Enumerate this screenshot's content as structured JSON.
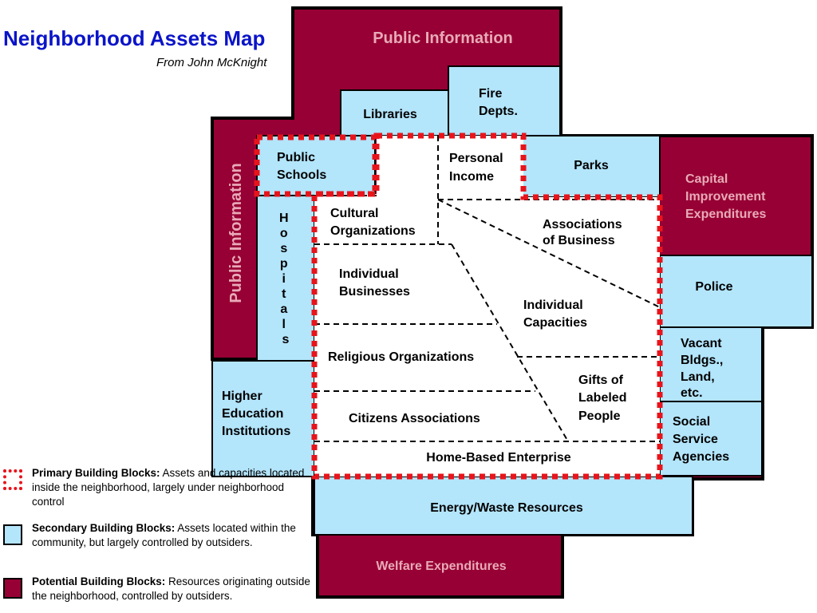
{
  "title": "Neighborhood Assets Map",
  "subtitle": "From John McKnight",
  "colors": {
    "potential": "#970034",
    "secondary": "#b3e5fb",
    "primary_border": "#e8141c",
    "potential_text": "#e8aab8",
    "title": "#0a14c8"
  },
  "potential_blocks": {
    "public_info_top": "Public Information",
    "public_info_left": "Public Information",
    "capital": [
      "Capital",
      "Improvement",
      "Expenditures"
    ],
    "welfare": "Welfare Expenditures"
  },
  "secondary_blocks": {
    "libraries": "Libraries",
    "fire": [
      "Fire",
      "Depts."
    ],
    "public_schools": [
      "Public",
      "Schools"
    ],
    "parks": "Parks",
    "hospitals": [
      "H",
      "o",
      "s",
      "p",
      "i",
      "t",
      "a",
      "l",
      "s"
    ],
    "higher_ed": [
      "Higher",
      "Education",
      "Institutions"
    ],
    "police": "Police",
    "vacant": [
      "Vacant",
      "Bldgs.,",
      "Land,",
      "etc."
    ],
    "social": [
      "Social",
      "Service",
      "Agencies"
    ],
    "energy": "Energy/Waste Resources"
  },
  "primary_blocks": {
    "personal_income": [
      "Personal",
      "Income"
    ],
    "cultural": [
      "Cultural",
      "Organizations"
    ],
    "associations_business": [
      "Associations",
      "of Business"
    ],
    "individual_businesses": [
      "Individual",
      "Businesses"
    ],
    "individual_capacities": [
      "Individual",
      "Capacities"
    ],
    "religious": "Religious Organizations",
    "gifts": [
      "Gifts of",
      "Labeled",
      "People"
    ],
    "citizens": "Citizens Associations",
    "home_based": "Home-Based Enterprise"
  },
  "legend": {
    "primary": {
      "label": "Primary Building Blocks:",
      "text": " Assets and capacities located inside the neighborhood, largely under neighborhood control"
    },
    "secondary": {
      "label": "Secondary Building Blocks:",
      "text": " Assets located within the community, but largely controlled by outsiders."
    },
    "potential": {
      "label": "Potential Building Blocks:",
      "text": " Resources originating outside the neighborhood, controlled by outsiders."
    }
  }
}
